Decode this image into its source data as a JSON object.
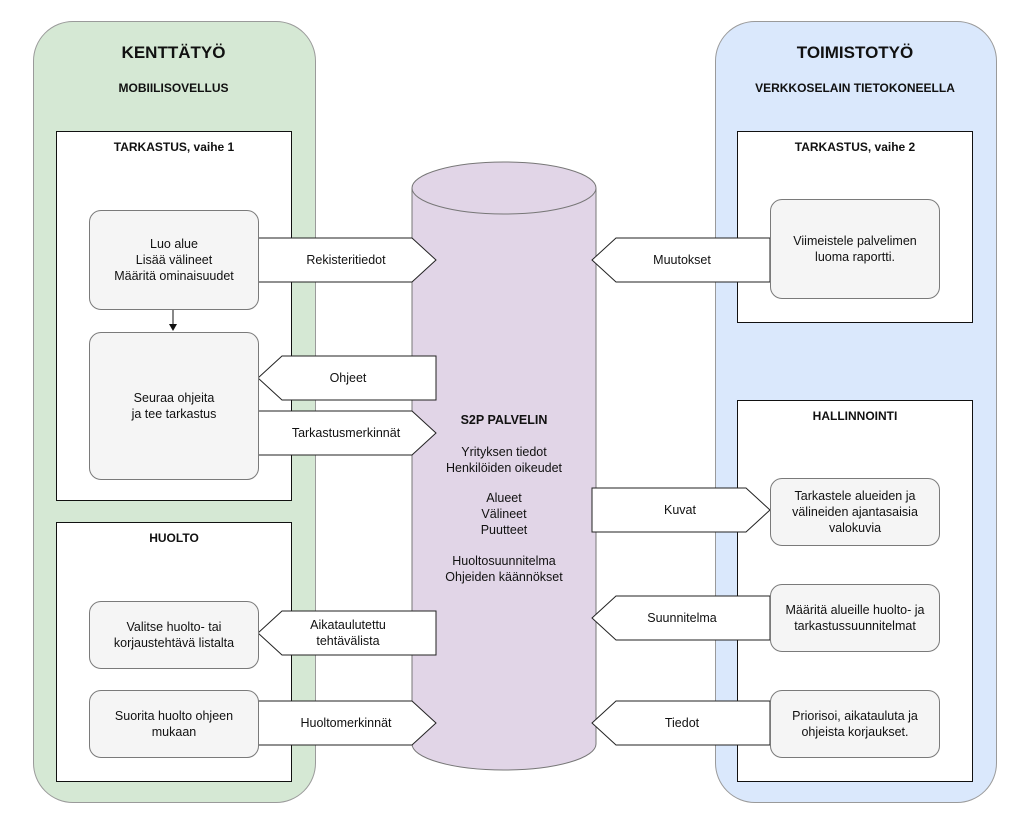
{
  "left_panel": {
    "title": "KENTTÄTYÖ",
    "subtitle": "MOBIILISOVELLUS",
    "inspection": {
      "title": "TARKASTUS, vaihe 1",
      "step1": "Luo alue\nLisää välineet\nMääritä ominaisuudet",
      "step2": "Seuraa ohjeita\nja tee tarkastus"
    },
    "maintenance": {
      "title": "HUOLTO",
      "step1": "Valitse huolto- tai\nkorjaustehtävä listalta",
      "step2": "Suorita huolto ohjeen\nmukaan"
    }
  },
  "right_panel": {
    "title": "TOIMISTOTYÖ",
    "subtitle": "VERKKOSELAIN TIETOKONEELLA",
    "inspection": {
      "title": "TARKASTUS, vaihe 2",
      "step1": "Viimeistele palvelimen\nluoma raportti."
    },
    "admin": {
      "title": "HALLINNOINTI",
      "item1": "Tarkastele alueiden ja\nvälineiden ajantasaisia\nvalokuvia",
      "item2": "Määritä alueille huolto- ja\ntarkastussuunnitelmat",
      "item3": "Priorisoi, aikatauluta ja\nohjeista korjaukset."
    }
  },
  "server": {
    "title": "S2P PALVELIN",
    "lines": [
      "Yrityksen tiedot",
      "Henkilöiden oikeudet",
      "",
      "Alueet",
      "Välineet",
      "Puutteet",
      "",
      "Huoltosuunnitelma",
      "Ohjeiden käännökset"
    ]
  },
  "arrows": {
    "rekisteritiedot": "Rekisteritiedot",
    "ohjeet": "Ohjeet",
    "tarkastusmerkinnat": "Tarkastusmerkinnät",
    "aikataulutettu": "Aikataulutettu\ntehtävälista",
    "huoltomerkinnat": "Huoltomerkinnät",
    "muutokset": "Muutokset",
    "kuvat": "Kuvat",
    "suunnitelma": "Suunnitelma",
    "tiedot": "Tiedot"
  },
  "colors": {
    "field_panel": "#d5e8d4",
    "office_panel": "#dae8fc",
    "server": "#e1d5e7",
    "node_fill": "#f5f5f5"
  }
}
